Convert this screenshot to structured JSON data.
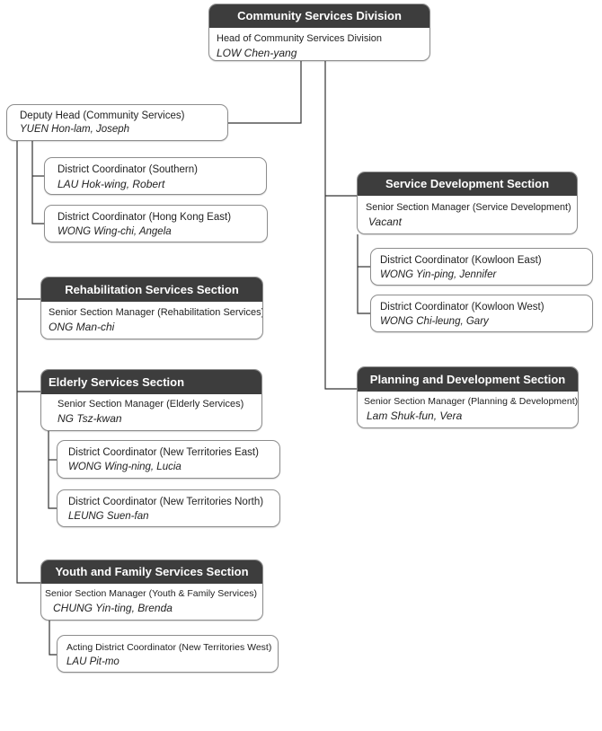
{
  "division": {
    "title": "Community Services Division",
    "role": "Head of Community Services Division",
    "name": "LOW Chen-yang"
  },
  "deputy": {
    "role": "Deputy Head (Community Services)",
    "name": "YUEN  Hon-lam,  Joseph"
  },
  "dc_southern": {
    "role": "District Coordinator  (Southern)",
    "name": "LAU Hok-wing, Robert"
  },
  "dc_hk_east": {
    "role": "District Coordinator  (Hong Kong  East)",
    "name": "WONG  Wing-chi,  Angela"
  },
  "rehab": {
    "title": "Rehabilitation Services Section",
    "role": "Senior Section Manager (Rehabilitation Services)",
    "name": "ONG Man-chi"
  },
  "elderly": {
    "title": "Elderly Services Section",
    "role": "Senior Section Manager (Elderly Services)",
    "name": "NG Tsz-kwan"
  },
  "dc_nt_east": {
    "role": "District  Coordinator  (New Territories  East)",
    "name": "WONG  Wing-ning,  Lucia"
  },
  "dc_nt_north": {
    "role": "District  Coordinator  (New Territories  North)",
    "name": "LEUNG  Suen-fan"
  },
  "youth": {
    "title": "Youth and Family Services Section",
    "role": "Senior Section Manager (Youth & Family Services)",
    "name": "CHUNG Yin-ting, Brenda"
  },
  "dc_nt_west": {
    "role": "Acting District Coordinator (New Territories West)",
    "name": "LAU  Pit-mo"
  },
  "service_dev": {
    "title": "Service Development Section",
    "role": "Senior Section Manager (Service Development)",
    "name": "Vacant"
  },
  "dc_kln_east": {
    "role": "District  Coordinator  (Kowloon  East)",
    "name": "WONG  Yin-ping,  Jennifer"
  },
  "dc_kln_west": {
    "role": "District  Coordinator  (Kowloon  West)",
    "name": "WONG Chi-leung, Gary"
  },
  "planning": {
    "title": "Planning and Development Section",
    "role": "Senior Section Manager (Planning & Development)",
    "name": "Lam Shuk-fun, Vera"
  }
}
